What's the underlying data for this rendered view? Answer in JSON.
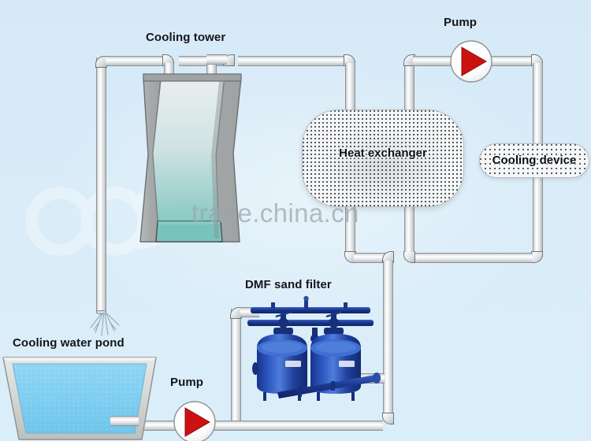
{
  "diagram": {
    "title": "Industrial cooling water system flow diagram",
    "background_color": "#d6eaf8"
  },
  "watermark": {
    "text": "trade.china.cn",
    "logo_name": "ods-logo-watermark"
  },
  "labels": {
    "cooling_tower": "Cooling tower",
    "pump_top": "Pump",
    "heat_exchanger": "Heat exchanger",
    "cooling_device": "Cooling device",
    "dmf_sand_filter": "DMF sand filter",
    "cooling_water_pond": "Cooling water pond",
    "pump_bottom": "Pump"
  },
  "components": [
    {
      "name": "cooling-tower",
      "label": "Cooling tower",
      "type": "hyperbolic-tower"
    },
    {
      "name": "heat-exchanger",
      "label": "Heat exchanger",
      "type": "stippled-rounded-vessel"
    },
    {
      "name": "cooling-device",
      "label": "Cooling device",
      "type": "stippled-capsule"
    },
    {
      "name": "pump-top",
      "label": "Pump",
      "type": "red-triangle-pump"
    },
    {
      "name": "pump-bottom",
      "label": "Pump",
      "type": "red-triangle-pump"
    },
    {
      "name": "dmf-sand-filter",
      "label": "DMF sand filter",
      "type": "twin-blue-pressure-vessel"
    },
    {
      "name": "cooling-water-pond",
      "label": "Cooling water pond",
      "type": "trapezoid-basin"
    }
  ],
  "colors": {
    "background": "#d6eaf8",
    "pipe_light": "#ffffff",
    "pipe_mid": "#e2e5e7",
    "pipe_dark": "#b9bec2",
    "pipe_outline": "#8e9498",
    "pump_accent": "#cc1111",
    "pond_water": "#7ccdf0",
    "tower_shell": "#a9adad",
    "tower_basin": "#6fc4bf",
    "filter_blue": "#1f41a8",
    "label_text": "#14161a",
    "watermark_text": "#9aa7ad"
  }
}
